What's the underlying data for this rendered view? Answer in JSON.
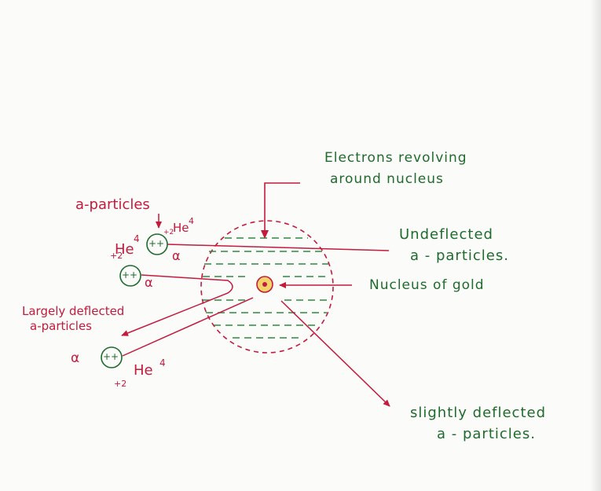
{
  "labels": {
    "electrons_line1": "Electrons revolving",
    "electrons_line2": "around nucleus",
    "undeflected_line1": "Undeflected",
    "undeflected_line2": "a - particles.",
    "nucleus": "Nucleus of gold",
    "slightly_line1": "slightly deflected",
    "slightly_line2": "a - particles.",
    "alpha_particles": "a-particles",
    "largely_line1": "Largely deflected",
    "largely_line2": "a-particles",
    "he_symbol": "He",
    "he_mass": "4",
    "he_charge": "+2",
    "alpha": "α",
    "charge": "++"
  },
  "colors": {
    "label_green": "#1f6b2c",
    "label_red": "#c41a3c",
    "atom_dash": "#c41a3c",
    "electron_dash": "#2e8a3c",
    "nucleus_fill": "#f2d26a"
  }
}
